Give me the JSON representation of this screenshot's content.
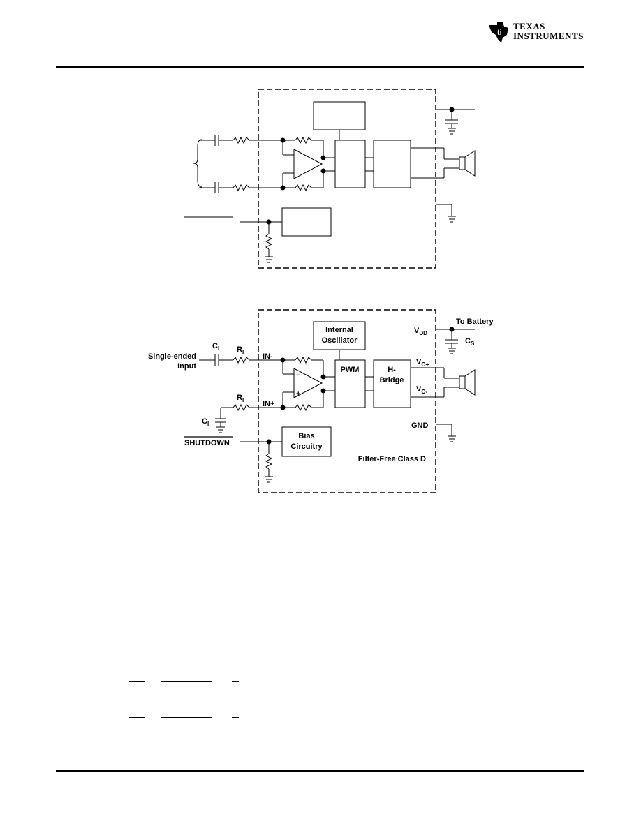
{
  "header": {
    "logo_line1": "TEXAS",
    "logo_line2": "INSTRUMENTS",
    "logo_icon": "ti-logo-icon"
  },
  "figure2": {
    "input_label_1": "Single-ended",
    "input_label_2": "Input",
    "ci_top": "C",
    "ci_top_sub": "I",
    "ri_top": "R",
    "ri_top_sub": "I",
    "in_minus": "IN-",
    "ri_bot": "R",
    "ri_bot_sub": "I",
    "in_plus": "IN+",
    "ci_bot": "C",
    "ci_bot_sub": "I",
    "shutdown": "SHUTDOWN",
    "osc_line1": "Internal",
    "osc_line2": "Oscillator",
    "pwm": "PWM",
    "hbridge_line1": "H-",
    "hbridge_line2": "Bridge",
    "bias_line1": "Bias",
    "bias_line2": "Circuitry",
    "vdd": "V",
    "vdd_sub": "DD",
    "to_battery": "To Battery",
    "cs": "C",
    "cs_sub": "S",
    "vo_plus": "V",
    "vo_plus_sub": "O+",
    "vo_minus": "V",
    "vo_minus_sub": "O-",
    "gnd": "GND",
    "class_label": "Filter-Free Class D",
    "opamp_minus": "−",
    "opamp_plus": "+"
  }
}
